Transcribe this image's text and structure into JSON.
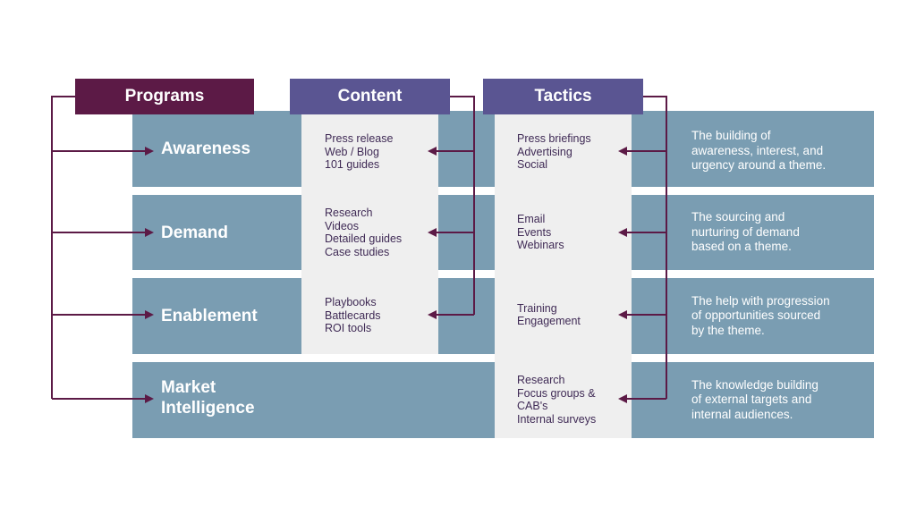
{
  "headers": {
    "programs": "Programs",
    "content": "Content",
    "tactics": "Tactics"
  },
  "rows": [
    {
      "title_lines": [
        "Awareness"
      ],
      "content": [
        "Press release",
        "Web / Blog",
        "101 guides"
      ],
      "tactics": [
        "Press briefings",
        "Advertising",
        "Social"
      ],
      "description": [
        "The building of",
        "awareness, interest, and",
        "urgency around a theme."
      ]
    },
    {
      "title_lines": [
        "Demand"
      ],
      "content": [
        "Research",
        "Videos",
        "Detailed guides",
        "Case studies"
      ],
      "tactics": [
        "Email",
        "Events",
        "Webinars"
      ],
      "description": [
        "The sourcing and",
        "nurturing of demand",
        "based on a theme."
      ]
    },
    {
      "title_lines": [
        "Enablement"
      ],
      "content": [
        "Playbooks",
        "Battlecards",
        "ROI tools"
      ],
      "tactics": [
        "Training",
        "Engagement"
      ],
      "description": [
        "The help with progression",
        "of opportunities sourced",
        "by the theme."
      ]
    },
    {
      "title_lines": [
        "Market",
        "Intelligence"
      ],
      "content": [],
      "tactics": [
        "Research",
        "Focus groups &",
        "CAB's",
        "Internal surveys"
      ],
      "description": [
        "The knowledge building",
        "of external targets and",
        "internal audiences."
      ]
    }
  ],
  "colors": {
    "band": "#7a9db2",
    "panel": "#efefef",
    "programs_header": "#5c1a46",
    "content_tactics_header": "#5a5592",
    "connector": "#5c1a46",
    "list_text": "#3f2a55"
  }
}
